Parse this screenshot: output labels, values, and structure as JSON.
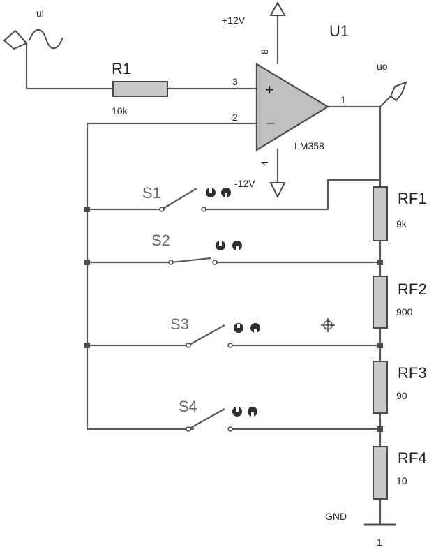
{
  "opamp": {
    "ref": "U1",
    "part": "LM358",
    "pin_noninv": "3",
    "pin_inv": "2",
    "pin_out": "1",
    "pin_vpos": "8",
    "pin_vneg": "4",
    "plus_sign": "+",
    "minus_sign": "−"
  },
  "supply": {
    "vpos": "+12V",
    "vneg": "-12V"
  },
  "input": {
    "label": "ul"
  },
  "output": {
    "label": "uo"
  },
  "r1": {
    "name": "R1",
    "value": "10k"
  },
  "rf1": {
    "name": "RF1",
    "value": "9k"
  },
  "rf2": {
    "name": "RF2",
    "value": "900"
  },
  "rf3": {
    "name": "RF3",
    "value": "90"
  },
  "rf4": {
    "name": "RF4",
    "value": "10"
  },
  "switches": {
    "s1": "S1",
    "s2": "S2",
    "s3": "S3",
    "s4": "S4"
  },
  "ground": {
    "label": "GND",
    "pin": "1"
  }
}
